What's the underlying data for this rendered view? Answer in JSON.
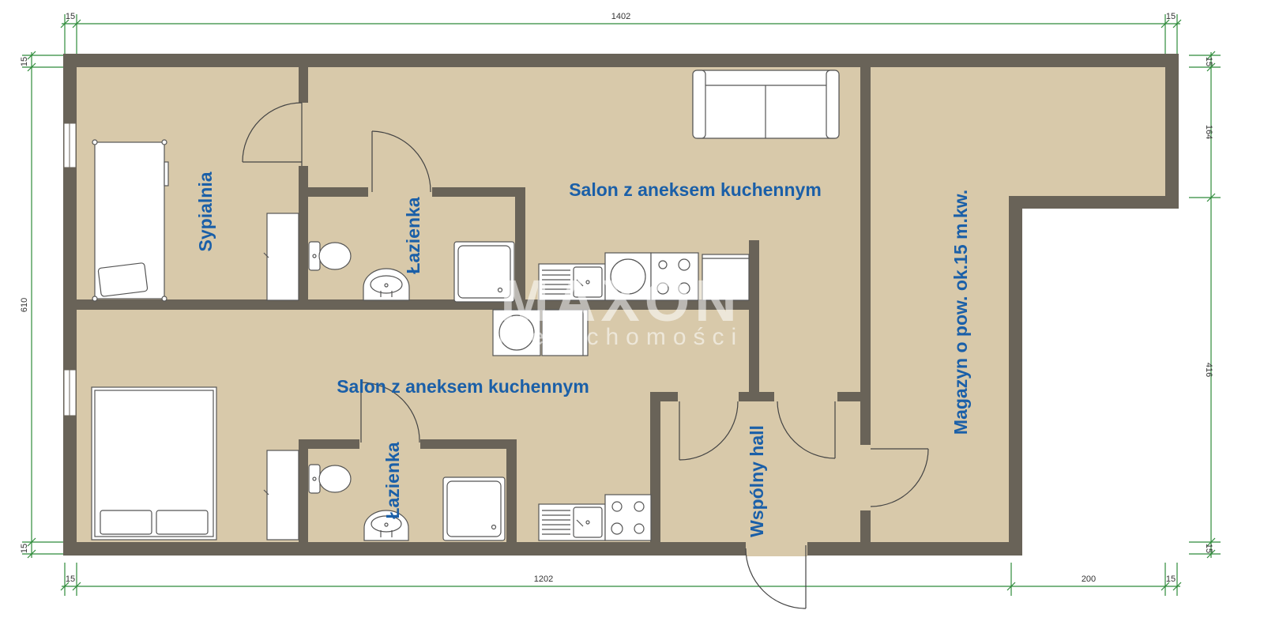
{
  "colors": {
    "floor": "#d8c9aa",
    "wall": "#696358",
    "dimension": "#2e8b3a",
    "label": "#1a5fa8"
  },
  "dimensions": {
    "top_left": "15",
    "top_total": "1402",
    "top_right": "15",
    "left_top": "15",
    "left_total": "610",
    "left_bottom": "15",
    "right_top": "15",
    "right_upper": "164",
    "right_lower": "416",
    "right_bottom": "15",
    "bottom_left": "15",
    "bottom_main": "1202",
    "bottom_right": "200",
    "bottom_end": "15"
  },
  "rooms": {
    "bedroom": "Sypialnia",
    "living_upper": "Salon z aneksem kuchennym",
    "living_lower": "Salon z aneksem kuchennym",
    "bathroom_upper": "Łazienka",
    "bathroom_lower": "Łazienka",
    "hall": "Wspólny hall",
    "storage": "Magazyn o pow. ok.15 m.kw."
  },
  "watermark": {
    "brand": "MAXON",
    "sub": "nieruchomości"
  },
  "icons": [
    "sofa-icon",
    "bed-icon",
    "double-bed-icon",
    "toilet-icon",
    "sink-icon",
    "shower-icon",
    "kitchen-sink-icon",
    "stove-icon",
    "washing-machine-icon",
    "fridge-icon",
    "wardrobe-icon",
    "door-icon",
    "window-icon"
  ]
}
